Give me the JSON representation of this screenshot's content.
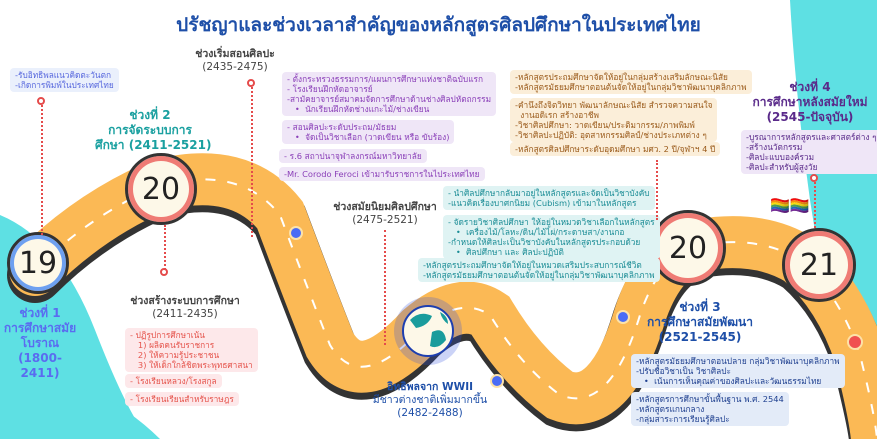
{
  "title": "ปรัชญาและช่วงเวลาสำคัญของหลักสูตรศิลปศึกษาในประเทศไทย",
  "colors": {
    "road": "#fbb955",
    "cyan": "#5ee0e3",
    "title": "#1e4fa8"
  },
  "periods": [
    {
      "number": "19",
      "label": "ช่วงที่ 1",
      "name": "การศึกษาสมัย\nโบราณ",
      "years": "(1800-2411)",
      "notes": [
        "-รับอิทธิพลแนวคิดตะวันตก",
        "-เกิดการพิมพ์ในประเทศไทย"
      ]
    },
    {
      "number": "20",
      "label": "ช่วงที่ 2",
      "name": "การจัดระบบการ\nศึกษา (2411-2521)"
    },
    {
      "number": "20",
      "label": "ช่วงที่ 3",
      "name": "การศึกษาสมัยพัฒนา",
      "years": "(2521-2545)"
    },
    {
      "number": "21",
      "label": "ช่วงที่ 4",
      "name": "การศึกษาหลังสมัยใหม่",
      "years": "(2545-ปัจจุบัน)"
    }
  ],
  "sub": {
    "build": {
      "title": "ช่วงสร้างระบบการศึกษา",
      "years": "(2411-2435)",
      "notes": [
        "- ปฏิรูปการศึกษาเน้น\n   1) ผลิตคนรับราชการ\n   2) ให้ความรู้ประชาชน\n   3) ให้เด็กใกล้ชิดพระพุทธศาสนา",
        "- โรงเรียนหลวง/โรงสกูล",
        "- โรงเรียนเรียนสำหรับราษฎร"
      ]
    },
    "start": {
      "title": "ช่วงเริ่มสอนศิลปะ",
      "years": "(2435-2475)",
      "notes": [
        "- ตั้งกระทรวงธรรมการ/แผนการศึกษาแห่งชาติฉบับแรก\n- โรงเรียนฝึกหัดอาจารย์\n-สามัคยาจารย์สมาคมจัดการศึกษาด้านช่างศิลปหัตถกรรม\n   •  นักเรียนฝึกหัดช่างแกะไม้/ช่างเขียน",
        "- สอนศิลปะระดับประถม/มัธยม\n   •  จัดเป็นวิชาเลือก (วาดเขียน หรือ ขับร้อง)",
        "- ร.6 สถาปนาจุฬาลงกรณ์มหาวิทยาลัย",
        "-Mr. Corodo Feroci เข้ามารับราชการในไประเทศไทย"
      ]
    },
    "modern": {
      "title": "ช่วงสมัยนิยมศิลปศึกษา",
      "years": "(2475-2521)",
      "notes": [
        "- นำศิลปศึกษากลับมาอยู่ในหลักสูตรและจัดเป็นวิชาบังคับ\n-แนวคิดเรื่องบาศกนิยม (Cubism) เข้ามาในหลักสูตร",
        "- จัดรายวิชาศิลปศึกษา ให้อยู่ในหมวดวิชาเลือกในหลักสูตร\n   •  เครื่องไม้/โลหะ/ดิน/ไม้ไผ่/กระดาษสา/งานกอ\n-กำหนดให้ศิลปะเป็นวิชาบังคับในหลักสูตรประกอบด้วย\n   •  ศิลปศึกษา และ ศิลปะปฏิบัติ",
        "-หลักสูตรประถมศึกษาจัดให้อยู่ในหมวดเสริมประสบการณ์ชีวิต\n-หลักสูตรมัธยมศึกษาตอนต้นจัดให้อยู่ในกลุ่มวิชาพัฒนาบุคลิกภาพ"
      ]
    },
    "ww2": {
      "title": "อิทธิพลจาก WWII",
      "desc": "มีชาวต่างชาติเพิ่มมากขึ้น",
      "years": "(2482-2488)"
    },
    "p2right": [
      "-หลักสูตรประถมศึกษาจัดให้อยู่ในกลุ่มสร้างเสริมลักษณะนิสัย\n-หลักสูตรมัธยมศึกษาตอนต้นจัดให้อยู่ในกลุ่มวิชาพัฒนาบุคลิกภาพ",
      "-คำนึงถึงจิตวิทยา พัฒนาลักษณะนิสัย สำรวจความสนใจ\n  งานอดิเรก สร้างอาชีพ\n-วิชาศิลปศึกษา: วาดเขียน/ประติมากรรม/ภาพพิมพ์\n-วิชาศิลปะปฏิบัติ: อุตสาหกรรมศิลป์/ช่างประเภทต่าง ๆ",
      "-หลักสูตรศิลปศึกษาระดับอุดมศึกษา มศว. 2 ปี/จุฬาฯ 4 ปี"
    ],
    "p3": [
      "-หลักสูตรมัธยมศึกษาตอนปลาย กลุ่มวิชาพัฒนาบุคลิกภาพ\n-ปรับชื่อวิชาเป็น วิชาศิลปะ\n   •  เน้นการเห็นคุณค่าของศิลปะและวัฒนธรรมไทย",
      "-หลักสูตรการศึกษาขั้นพื้นฐาน พ.ศ. 2544\n-หลักสูตรแกนกลาง\n-กลุ่มสาระการเรียนรู้ศิลปะ"
    ],
    "p4": [
      "-บูรณาการหลักสูตรและศาสตร์ต่าง ๆ\n-สร้างนวัตกรรม\n-ศิลปะแบบองค์รวม\n-ศิลปะสำหรับผู้สูงวัย"
    ]
  }
}
